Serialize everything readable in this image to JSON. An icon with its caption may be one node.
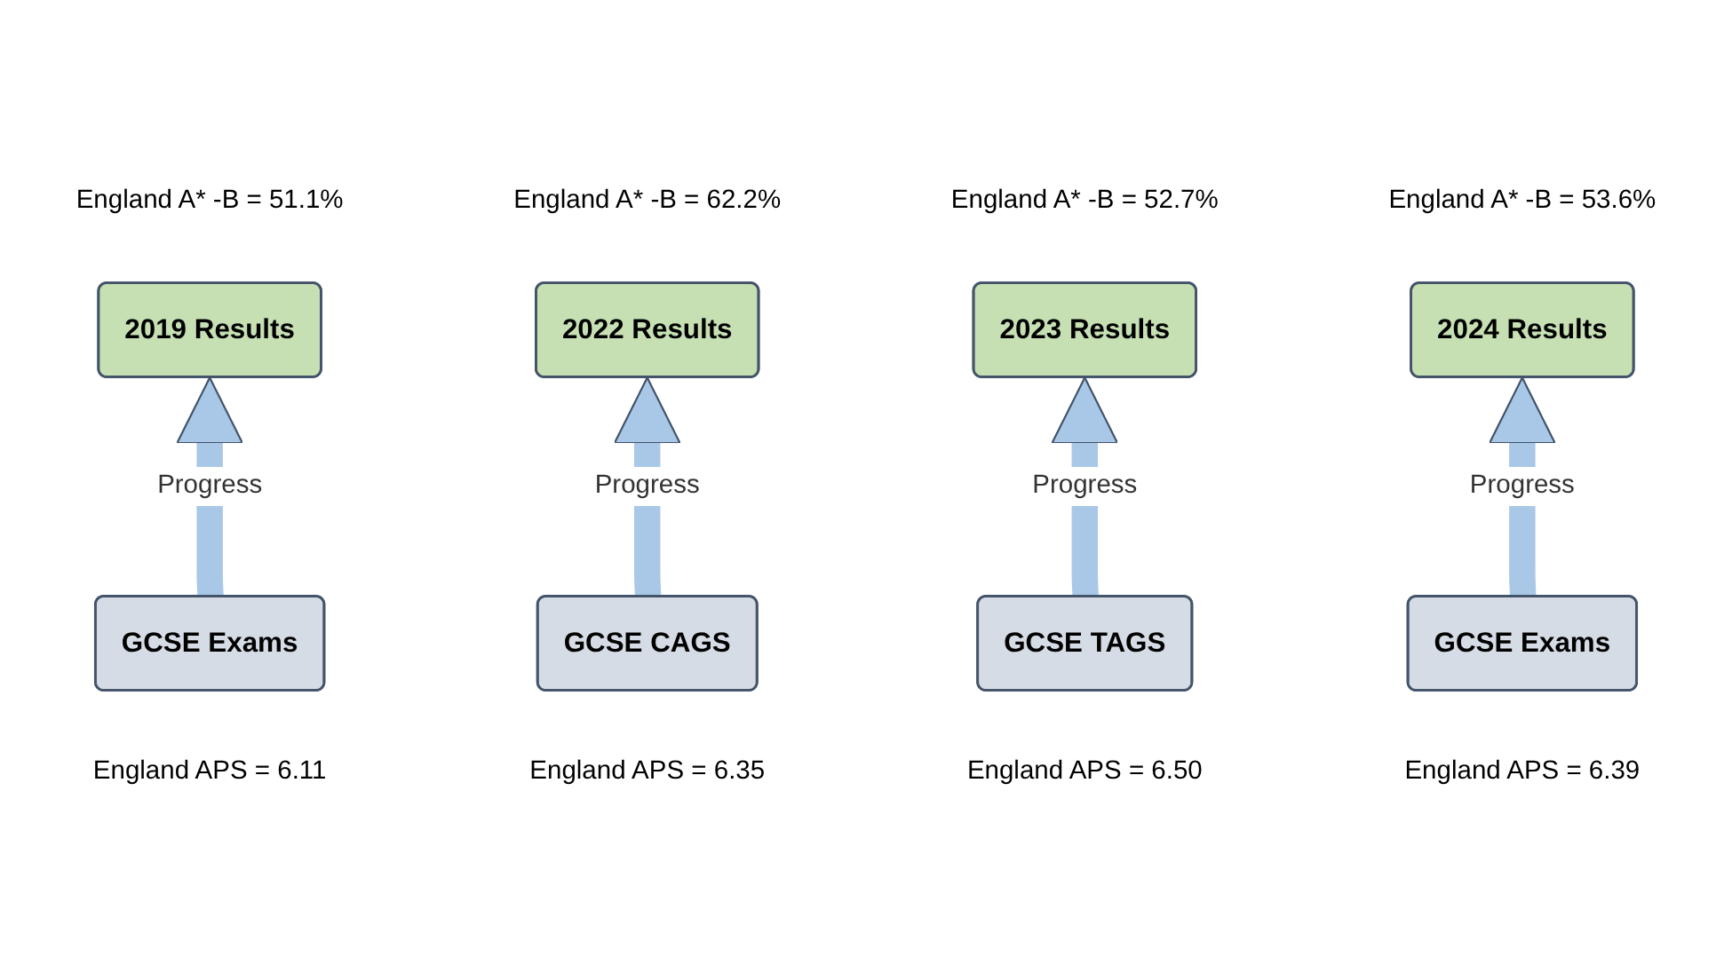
{
  "diagram": {
    "nodes": [
      {
        "text": [
          "2019 Results"
        ],
        "beside": [
          "England A* -B = 51.1%"
        ]
      },
      {
        "text": [
          "GCSE Exams"
        ],
        "beside": [
          "England APS = 6.11"
        ]
      },
      {
        "text": [
          "2022 Results"
        ],
        "beside": [
          "England A* -B = 62.2%"
        ]
      },
      {
        "text": [
          "GCSE CAGS"
        ],
        "beside": [
          "England APS = 6.35"
        ]
      },
      {
        "text": [
          "2023 Results"
        ],
        "beside": [
          "England A* -B = 52.7%"
        ]
      },
      {
        "text": [
          "GCSE TAGS"
        ],
        "beside": [
          "England APS = 6.50"
        ]
      },
      {
        "text": [
          "2024 Results"
        ],
        "beside": [
          "England A* -B = 53.6%"
        ]
      },
      {
        "text": [
          "GCSE Exams"
        ],
        "beside": [
          "England APS = 6.39"
        ]
      }
    ],
    "edges": [
      {
        "from": 1,
        "to": 0,
        "arrow": "to",
        "label": "Progress"
      },
      {
        "from": 3,
        "to": 2,
        "arrow": "to",
        "label": "Progress"
      },
      {
        "from": 5,
        "to": 4,
        "arrow": "to",
        "label": "Progress"
      },
      {
        "from": 7,
        "to": 6,
        "arrow": "to",
        "label": "Progress"
      }
    ]
  }
}
